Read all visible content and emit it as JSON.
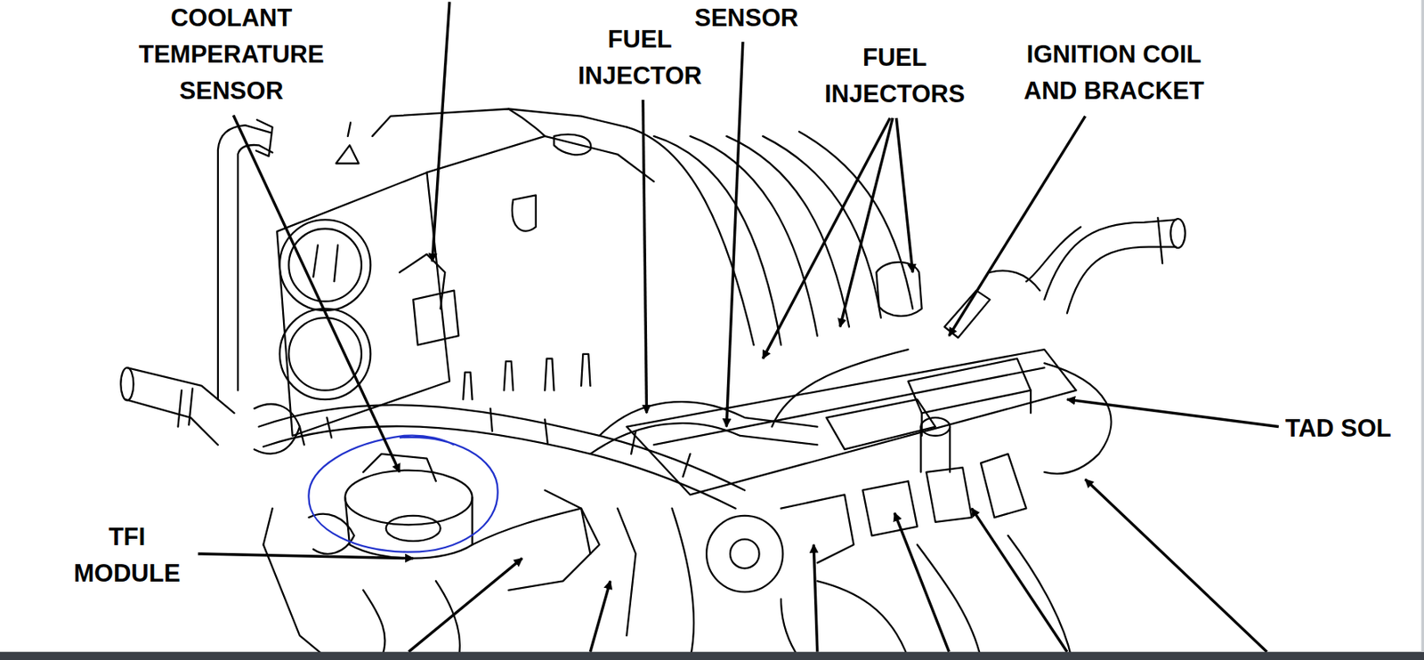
{
  "diagram": {
    "labels": [
      "COOLANT TEMPERATURE SENSOR",
      "SENSOR",
      "FUEL INJECTOR",
      "FUEL INJECTORS",
      "IGNITION COIL AND BRACKET",
      "TAD SOL",
      "TFI MODULE"
    ]
  }
}
